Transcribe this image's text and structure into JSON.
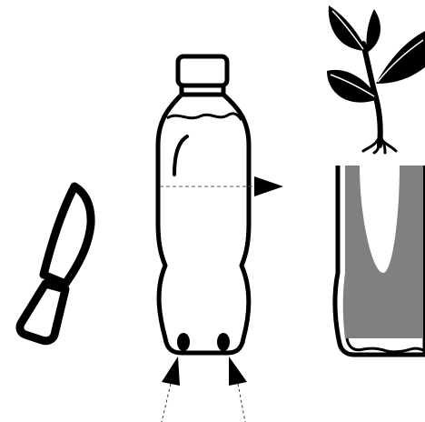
{
  "illustration": {
    "objects": [
      "knife",
      "plastic-bottle",
      "seedling",
      "cut-bottle-planter"
    ],
    "marks": [
      "cut-line-arrow",
      "drainage-hole-left-arrow",
      "drainage-hole-right-arrow"
    ],
    "colors": {
      "ink": "#000000",
      "background": "#ffffff",
      "planter_fill": "#808080",
      "guide_line": "#555555"
    }
  }
}
